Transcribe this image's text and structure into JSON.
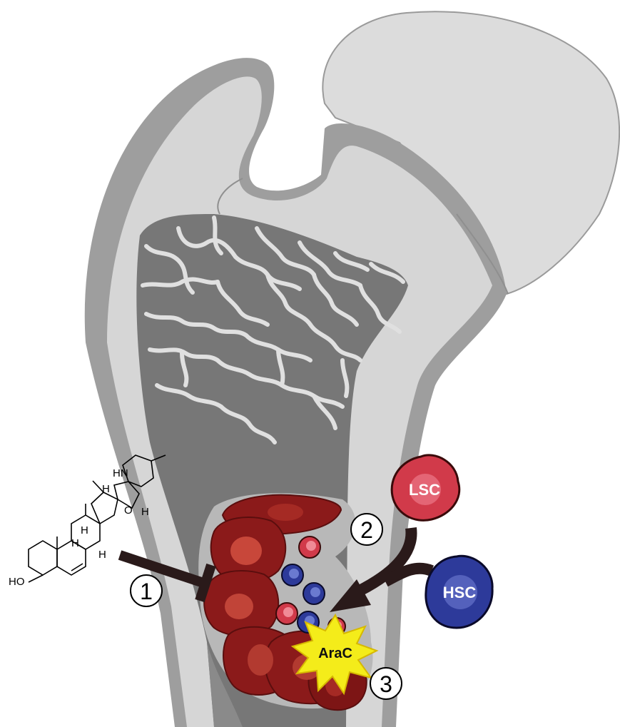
{
  "colors": {
    "cortex_outer": "#9c9c9c",
    "cortex_inner": "#d4d4d4",
    "marrow": "#7a7a7a",
    "trabecular_gap": "#e2e2e2",
    "tumor_dark": "#7d1515",
    "tumor_mid": "#a01f1f",
    "tumor_light": "#c8473a",
    "lsc": "#d13a4a",
    "hsc": "#2d3a9a",
    "arrow": "#2a1a1a",
    "drug_star": "#f4ec1a"
  },
  "cells": {
    "lsc_label": "LSC",
    "hsc_label": "HSC"
  },
  "drug": {
    "label": "AraC"
  },
  "markers": {
    "one": "1",
    "two": "2",
    "three": "3"
  },
  "structure": {
    "nh": "HN",
    "h1": "H",
    "h2": "H",
    "h3": "H",
    "h4": "H",
    "h5": "H",
    "o": "O",
    "ho": "HO"
  }
}
